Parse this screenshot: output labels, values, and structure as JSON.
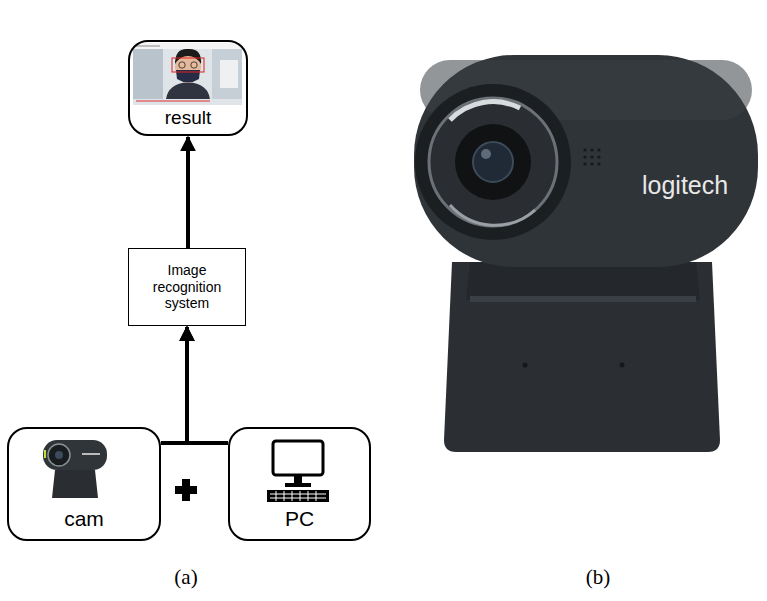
{
  "diagram": {
    "nodes": [
      {
        "text": [
          "result"
        ]
      },
      {
        "text": [
          "Image recognition system"
        ]
      },
      {
        "text": [
          "cam"
        ]
      },
      {
        "text": [
          "PC"
        ]
      }
    ],
    "edges": [
      {
        "from": 1,
        "to": 0,
        "arrow": "to"
      },
      {
        "from": 2,
        "to": 1,
        "arrow": "to"
      },
      {
        "from": 3,
        "to": 1,
        "arrow": "to"
      }
    ],
    "labels": [
      "(a)",
      "(b)",
      "logitech"
    ]
  }
}
